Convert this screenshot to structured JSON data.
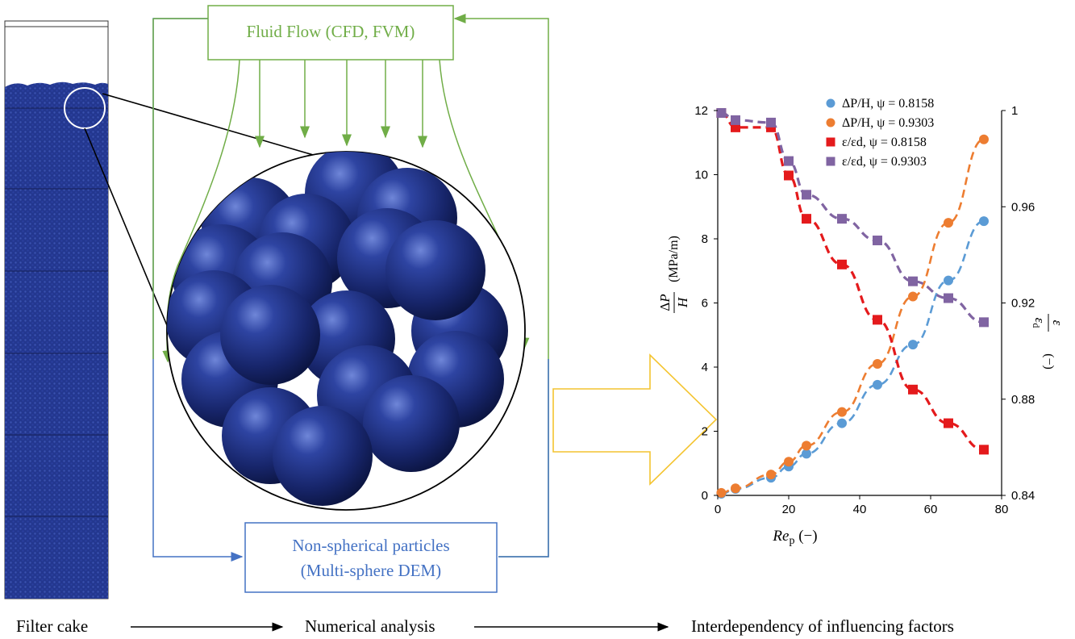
{
  "labels": {
    "filter_cake": "Filter cake",
    "numerical_analysis": "Numerical analysis",
    "interdependency": "Interdependency of influencing factors",
    "fluid_flow": "Fluid Flow (CFD, FVM)",
    "particles_line1": "Non-spherical particles",
    "particles_line2": "(Multi-sphere DEM)"
  },
  "colors": {
    "green": "#70AD47",
    "blue": "#4472C4",
    "yellow": "#F4C430",
    "sphere": "#1B2A6B",
    "cake": "#1F3A93"
  },
  "chart_data": {
    "type": "scatter",
    "xlabel": "Re_p (−)",
    "ylabel_left": "ΔP/H (MPa/m)",
    "ylabel_right": "ε/ε_d (−)",
    "xlim": [
      0,
      80
    ],
    "ylim_left": [
      0,
      12
    ],
    "ylim_right": [
      0.84,
      1.0
    ],
    "x_ticks": [
      "0",
      "20",
      "40",
      "60",
      "80"
    ],
    "y_left_ticks": [
      "0",
      "2",
      "4",
      "6",
      "8",
      "10",
      "12"
    ],
    "y_right_ticks": [
      "0.84",
      "0.88",
      "0.92",
      "0.96",
      "1"
    ],
    "legend_position": "top-right",
    "series": [
      {
        "name": "ΔP/H, ψ = 0.8158",
        "axis": "left",
        "marker": "circle",
        "color": "#5B9BD5",
        "x": [
          1,
          5,
          15,
          20,
          25,
          35,
          45,
          55,
          65,
          75
        ],
        "y": [
          0.05,
          0.2,
          0.55,
          0.9,
          1.3,
          2.25,
          3.45,
          4.7,
          6.7,
          8.55
        ]
      },
      {
        "name": "ΔP/H, ψ = 0.9303",
        "axis": "left",
        "marker": "circle",
        "color": "#ED7D31",
        "x": [
          1,
          5,
          15,
          20,
          25,
          35,
          45,
          55,
          65,
          75
        ],
        "y": [
          0.08,
          0.22,
          0.65,
          1.05,
          1.55,
          2.6,
          4.1,
          6.2,
          8.5,
          11.1
        ]
      },
      {
        "name": "ε/εd, ψ = 0.8158",
        "axis": "right",
        "marker": "square",
        "color": "#E41A1C",
        "x": [
          1,
          5,
          15,
          20,
          25,
          35,
          45,
          55,
          65,
          75
        ],
        "y": [
          0.999,
          0.993,
          0.993,
          0.973,
          0.955,
          0.936,
          0.913,
          0.884,
          0.87,
          0.859
        ]
      },
      {
        "name": "ε/εd, ψ = 0.9303",
        "axis": "right",
        "marker": "square",
        "color": "#8064A2",
        "x": [
          1,
          5,
          15,
          20,
          25,
          35,
          45,
          55,
          65,
          75
        ],
        "y": [
          0.999,
          0.996,
          0.995,
          0.979,
          0.965,
          0.955,
          0.946,
          0.929,
          0.922,
          0.912
        ]
      }
    ]
  }
}
